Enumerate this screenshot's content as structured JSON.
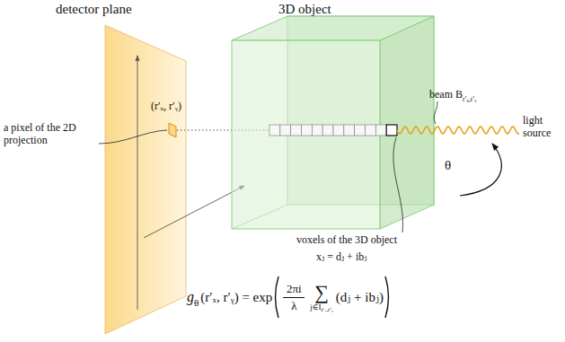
{
  "diagram": {
    "labels": [
      "detector plane",
      "3D object",
      "(r′ₓ, r′ᵧ)",
      "a pixel of the 2D projection",
      "beam B",
      "r′ₓ,r′ᵧ",
      "light source",
      "θ",
      "voxels of the 3D object",
      "xⱼ = dⱼ + ibⱼ",
      "g",
      "θ",
      "(r′ₓ, r′ᵧ) = exp",
      "2πi",
      "λ",
      "∑",
      "j∈I",
      "r′ₓ,r′ᵧ",
      "(dⱼ + ibⱼ)"
    ]
  }
}
